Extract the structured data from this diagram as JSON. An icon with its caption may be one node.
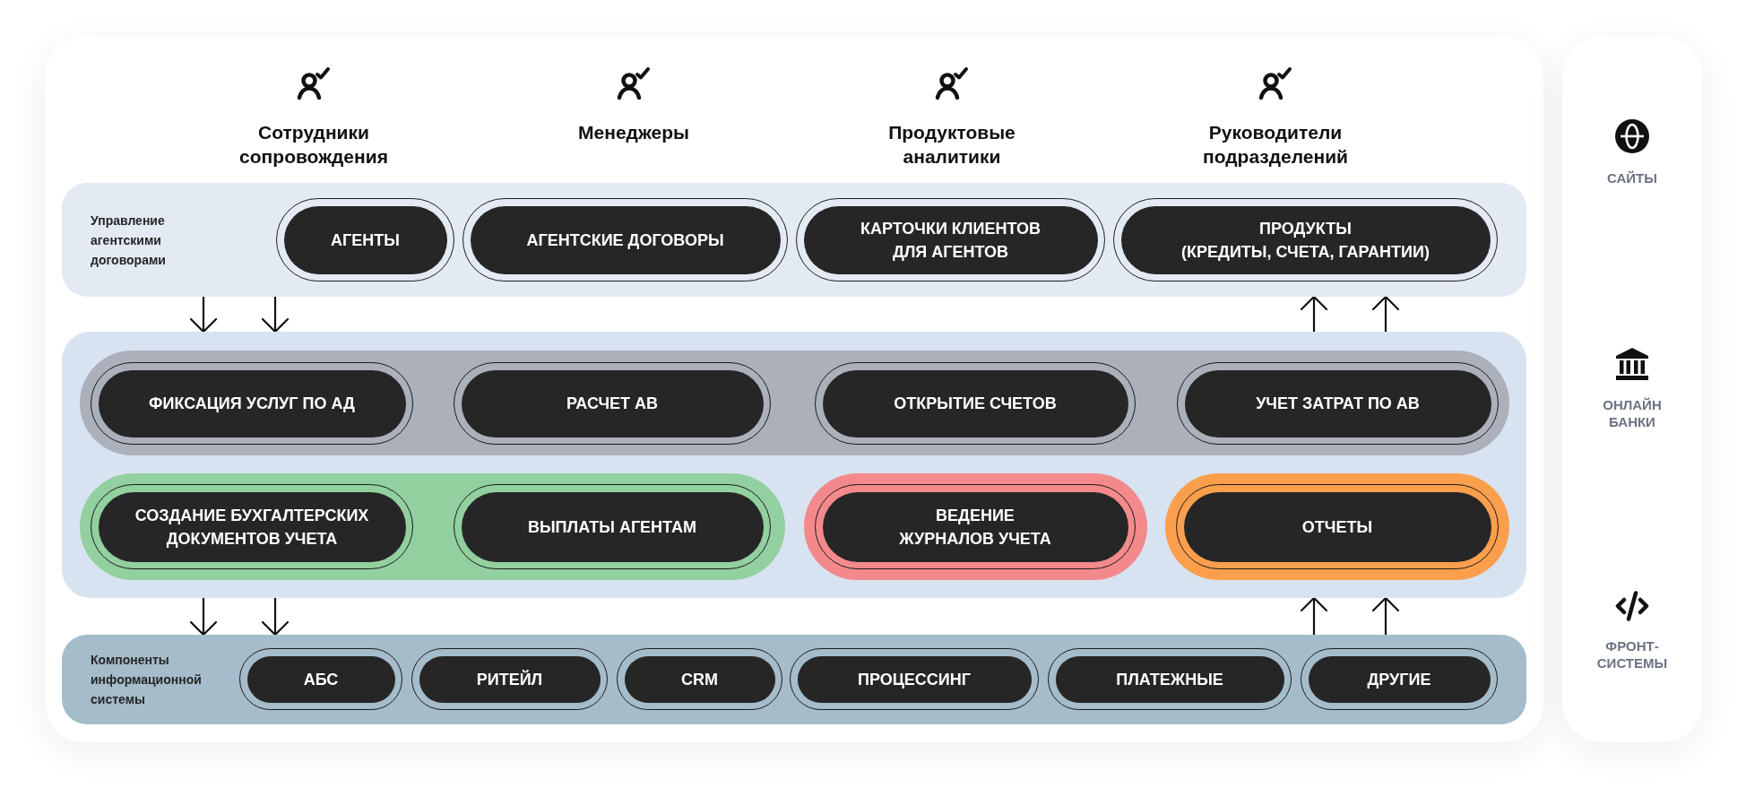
{
  "diagram": {
    "nodes": [
      {
        "text": [
          "Управление агентскими договорами"
        ]
      },
      {
        "text": [
          "АГЕНТЫ"
        ],
        "in": 0
      },
      {
        "text": [
          "АГЕНТСКИЕ ДОГОВОРЫ"
        ],
        "in": 0
      },
      {
        "text": [
          "КАРТОЧКИ КЛИЕНТОВ ДЛЯ АГЕНТОВ"
        ],
        "in": 0
      },
      {
        "text": [
          "ПРОДУКТЫ (КРЕДИТЫ, СЧЕТА, ГАРАНТИИ)"
        ],
        "in": 0
      },
      {
        "text": [],
        "shape": "box"
      },
      {
        "text": [],
        "shape": "capsule",
        "in": 5
      },
      {
        "text": [
          "ФИКСАЦИЯ УСЛУГ ПО АД"
        ],
        "in": 6
      },
      {
        "text": [
          "РАСЧЕТ АВ"
        ],
        "in": 6
      },
      {
        "text": [
          "ОТКРЫТИЕ СЧЕТОВ"
        ],
        "in": 6
      },
      {
        "text": [
          "УЧЕТ ЗАТРАТ ПО АВ"
        ],
        "in": 6
      },
      {
        "text": [],
        "shape": "capsule",
        "in": 5
      },
      {
        "text": [
          "СОЗДАНИЕ БУХГАЛТЕРСКИХ ДОКУМЕНТОВ УЧЕТА"
        ],
        "in": 11
      },
      {
        "text": [
          "ВЫПЛАТЫ АГЕНТАМ"
        ],
        "in": 11
      },
      {
        "text": [],
        "shape": "capsule",
        "in": 5
      },
      {
        "text": [
          "ВЕДЕНИЕ ЖУРНАЛОВ УЧЕТА"
        ],
        "in": 14
      },
      {
        "text": [],
        "shape": "capsule",
        "in": 5
      },
      {
        "text": [
          "ОТЧЕТЫ"
        ],
        "in": 16
      },
      {
        "text": [
          "Компоненты информационной системы"
        ]
      },
      {
        "text": [
          "АБС"
        ],
        "in": 18
      },
      {
        "text": [
          "РИТЕЙЛ"
        ],
        "in": 18
      },
      {
        "text": [
          "CRM"
        ],
        "in": 18
      },
      {
        "text": [
          "ПРОЦЕССИНГ"
        ],
        "in": 18
      },
      {
        "text": [
          "ПЛАТЕЖНЫЕ"
        ],
        "in": 18
      },
      {
        "text": [
          "ДРУГИЕ"
        ],
        "in": 18
      },
      {
        "text": [
          "САЙТЫ",
          "ОНЛАЙН БАНКИ",
          "ФРОНТ-СИСТЕМЫ"
        ]
      }
    ],
    "edges": [
      {
        "from": 0,
        "to": 5,
        "arrow": "to"
      },
      {
        "from": 0,
        "to": 5,
        "arrow": "to"
      },
      {
        "from": 5,
        "to": 0,
        "arrow": "to"
      },
      {
        "from": 5,
        "to": 0,
        "arrow": "to"
      },
      {
        "from": 5,
        "to": 18,
        "arrow": "to"
      },
      {
        "from": 5,
        "to": 18,
        "arrow": "to"
      },
      {
        "from": 18,
        "to": 5,
        "arrow": "to"
      },
      {
        "from": 18,
        "to": 5,
        "arrow": "to"
      }
    ],
    "labels": [
      "Сотрудники сопровождения",
      "Менеджеры",
      "Продуктовые аналитики",
      "Руководители подразделений"
    ]
  }
}
